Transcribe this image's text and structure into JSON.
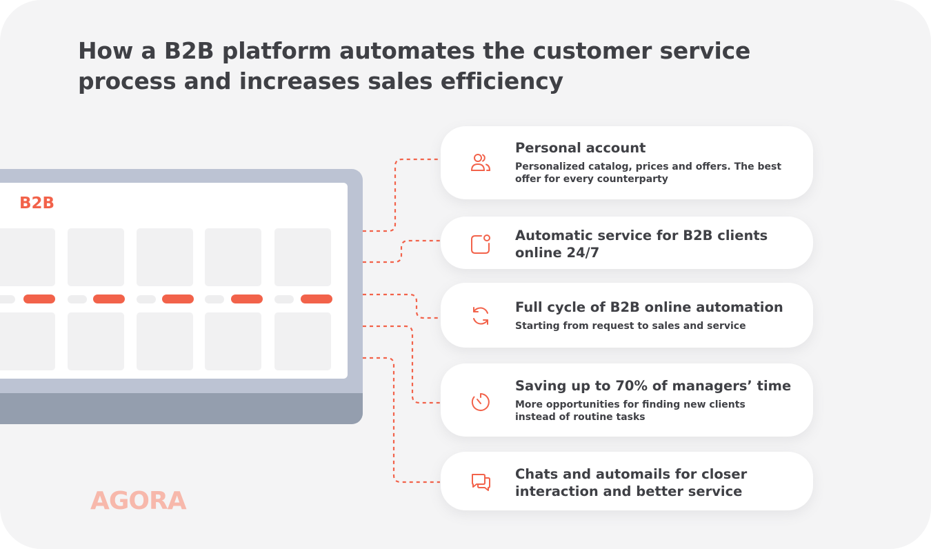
{
  "title_line1": "How a B2B platform automates the customer service",
  "title_line2": "process and increases sales efficiency",
  "laptop": {
    "label": "B2B"
  },
  "colors": {
    "accent": "#f2624a",
    "background": "#f4f4f5",
    "text": "#3f4045",
    "logo": "#f7b8ab"
  },
  "cards": [
    {
      "icon": "users-icon",
      "title": "Personal account",
      "desc_line1": "Personalized catalog, prices and offers. The best",
      "desc_line2": "offer for every counterparty"
    },
    {
      "icon": "notification-icon",
      "title_line1": "Automatic service for B2B clients",
      "title_line2": "online 24/7"
    },
    {
      "icon": "refresh-icon",
      "title": "Full cycle of B2B online automation",
      "desc_line1": "Starting from request to sales and service"
    },
    {
      "icon": "timer-icon",
      "title": "Saving up to 70% of managers’ time",
      "desc_line1": "More opportunities for finding new clients",
      "desc_line2": "instead of routine tasks"
    },
    {
      "icon": "chat-icon",
      "title_line1": "Chats and automails for closer",
      "title_line2": "interaction and better service"
    }
  ],
  "logo": {
    "text": "AGORA"
  }
}
